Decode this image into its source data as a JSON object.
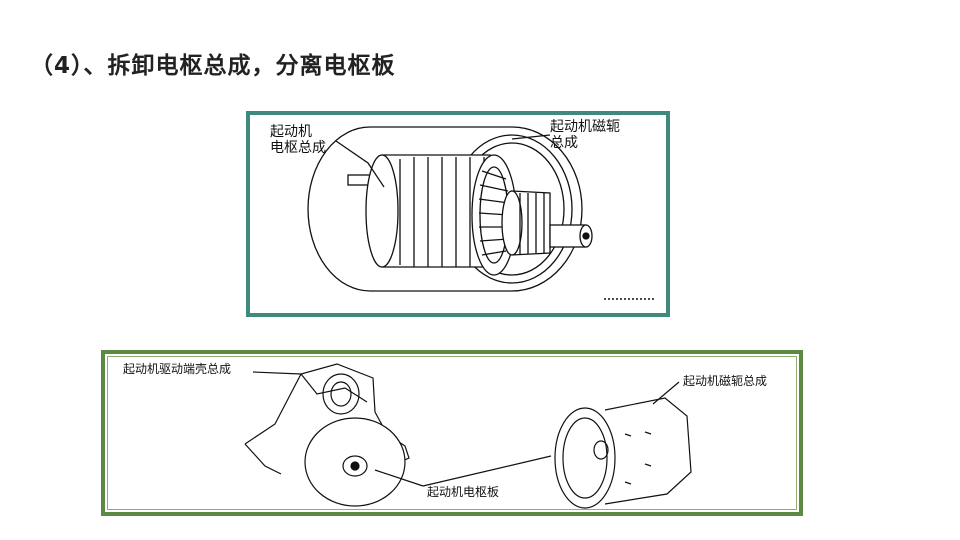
{
  "slide": {
    "title": "（4）、拆卸电枢总成，分离电枢板"
  },
  "figure_top": {
    "label_armature_line1": "起动机",
    "label_armature_line2": "电枢总成",
    "label_yoke_line1": "起动机磁轭",
    "label_yoke_line2": "总成"
  },
  "figure_bottom": {
    "label_drive_housing": "起动机驱动端壳总成",
    "label_yoke": "起动机磁轭总成",
    "label_armature_plate": "起动机电枢板"
  },
  "colors": {
    "frame_top": "#3f8a7f",
    "frame_bottom": "#5d8a43",
    "title_text": "#222222"
  }
}
